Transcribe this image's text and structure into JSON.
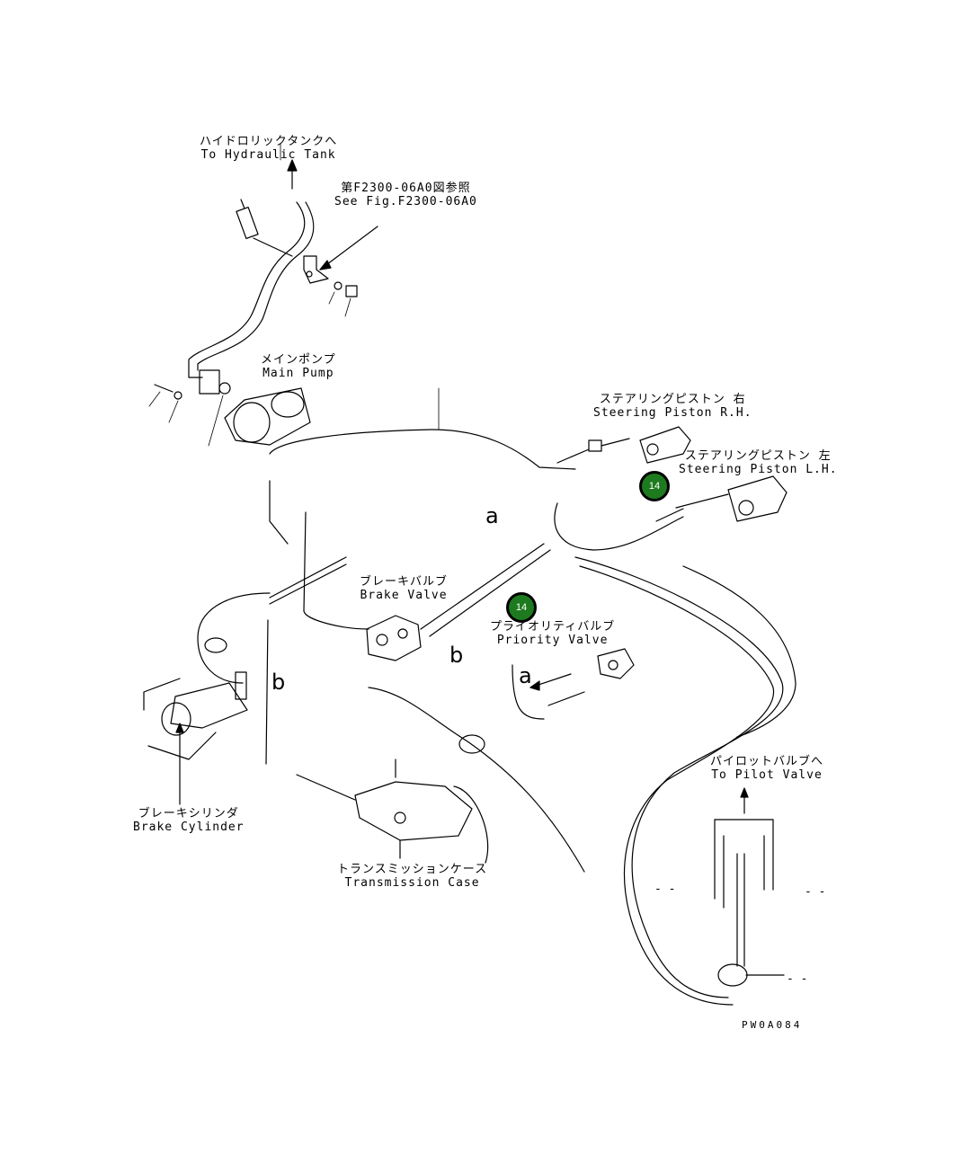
{
  "labels": {
    "hydraulic_tank": {
      "jp": "ハイドロリックタンクへ",
      "en": "To Hydraulic Tank"
    },
    "see_fig": {
      "jp": "第F2300-06A0図参照",
      "en": "See Fig.F2300-06A0"
    },
    "main_pump": {
      "jp": "メインポンプ",
      "en": "Main Pump"
    },
    "steering_rh": {
      "jp": "ステアリングピストン 右",
      "en": "Steering Piston R.H."
    },
    "steering_lh": {
      "jp": "ステアリングピストン 左",
      "en": "Steering Piston L.H."
    },
    "brake_valve": {
      "jp": "ブレーキバルブ",
      "en": "Brake Valve"
    },
    "priority_valve": {
      "jp": "プライオリティバルブ",
      "en": "Priority Valve"
    },
    "brake_cylinder": {
      "jp": "ブレーキシリンダ",
      "en": "Brake Cylinder"
    },
    "transmission_case": {
      "jp": "トランスミッションケース",
      "en": "Transmission Case"
    },
    "pilot_valve": {
      "jp": "パイロットバルブへ",
      "en": "To Pilot Valve"
    }
  },
  "letters": {
    "a1": "a",
    "a2": "a",
    "b1": "b",
    "b2": "b"
  },
  "callouts": {
    "c1": "14",
    "c2": "14"
  },
  "dashes": {
    "d1": "- -",
    "d2": "- -",
    "d3": "- -"
  },
  "drawing_code": "PW0A084",
  "colors": {
    "callout_fill": "#1e7a1e",
    "line": "#000000"
  }
}
